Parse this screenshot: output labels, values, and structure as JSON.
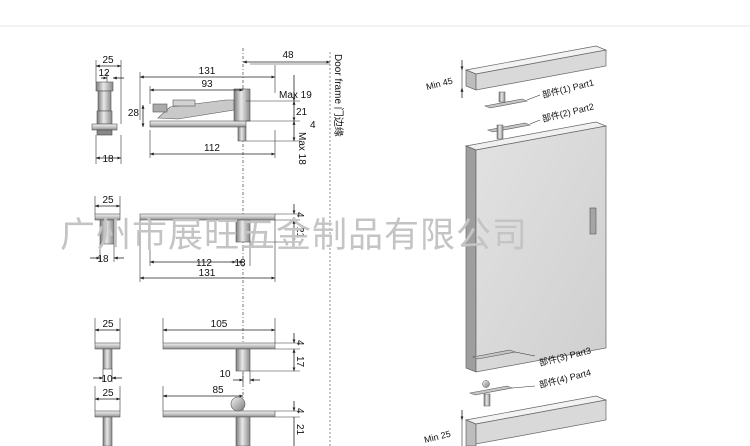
{
  "frame_label": "Door frame 门边缘",
  "watermark": "广州市展旺五金制品有限公司",
  "section1": {
    "d25": "25",
    "d12": "12",
    "d18": "18",
    "d28": "28",
    "d48": "48",
    "d131": "131",
    "d93": "93",
    "max19": "Max 19",
    "d21": "21",
    "d4": "4",
    "max18": "Max 18",
    "d112": "112"
  },
  "section2": {
    "d25": "25",
    "d18": "18",
    "d4": "4",
    "d21": "21",
    "d112": "112",
    "d18b": "18",
    "d131": "131"
  },
  "section3": {
    "d25": "25",
    "d10": "10",
    "d105": "105",
    "d4": "4",
    "d17": "17",
    "d10b": "10",
    "d85": "85",
    "d25b": "25",
    "d4b": "4",
    "d21": "21"
  },
  "door": {
    "min45": "Min 45",
    "part1": "部件(1) Part1",
    "part2": "部件(2) Part2",
    "part3": "部件(3) Part3",
    "part4": "部件(4) Part4",
    "min25": "Min 25"
  }
}
